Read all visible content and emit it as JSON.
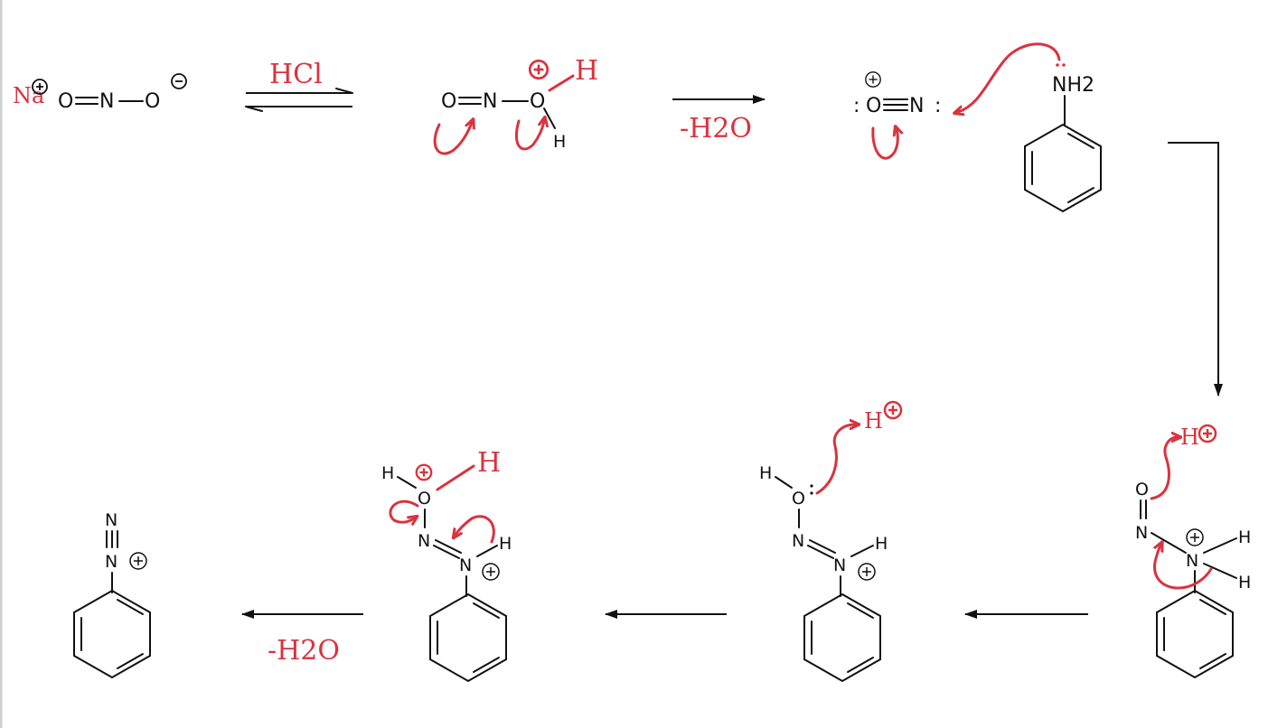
{
  "colors": {
    "ink": "#111111",
    "annotation": "#d9333f",
    "background": "#ffffff"
  },
  "step1": {
    "counter_ion": "Na",
    "nitrite": [
      "O",
      "N",
      "O"
    ],
    "reagent": "HCl"
  },
  "step2": {
    "atoms": [
      "O",
      "N",
      "O",
      "H",
      "H"
    ],
    "reagent": "-H2O"
  },
  "step3": {
    "lone_pair": ":",
    "atoms": [
      "O",
      "N"
    ],
    "amine": "NH2"
  },
  "step4": {
    "atoms": [
      "O",
      "N",
      "N",
      "H",
      "H"
    ],
    "proton": "H"
  },
  "step5": {
    "atoms": [
      "H",
      "O",
      "N",
      "N",
      "H"
    ],
    "proton": "H"
  },
  "step6": {
    "atoms": [
      "H",
      "O",
      "H",
      "N",
      "N",
      "H"
    ],
    "reagent": "-H2O"
  },
  "product": {
    "atoms": [
      "N",
      "N"
    ]
  },
  "icons": {
    "plus_charge": "circled-plus-icon",
    "minus_charge": "circled-minus-icon",
    "benzene": "benzene-ring-icon",
    "curved_arrow": "curved-arrow-icon"
  }
}
